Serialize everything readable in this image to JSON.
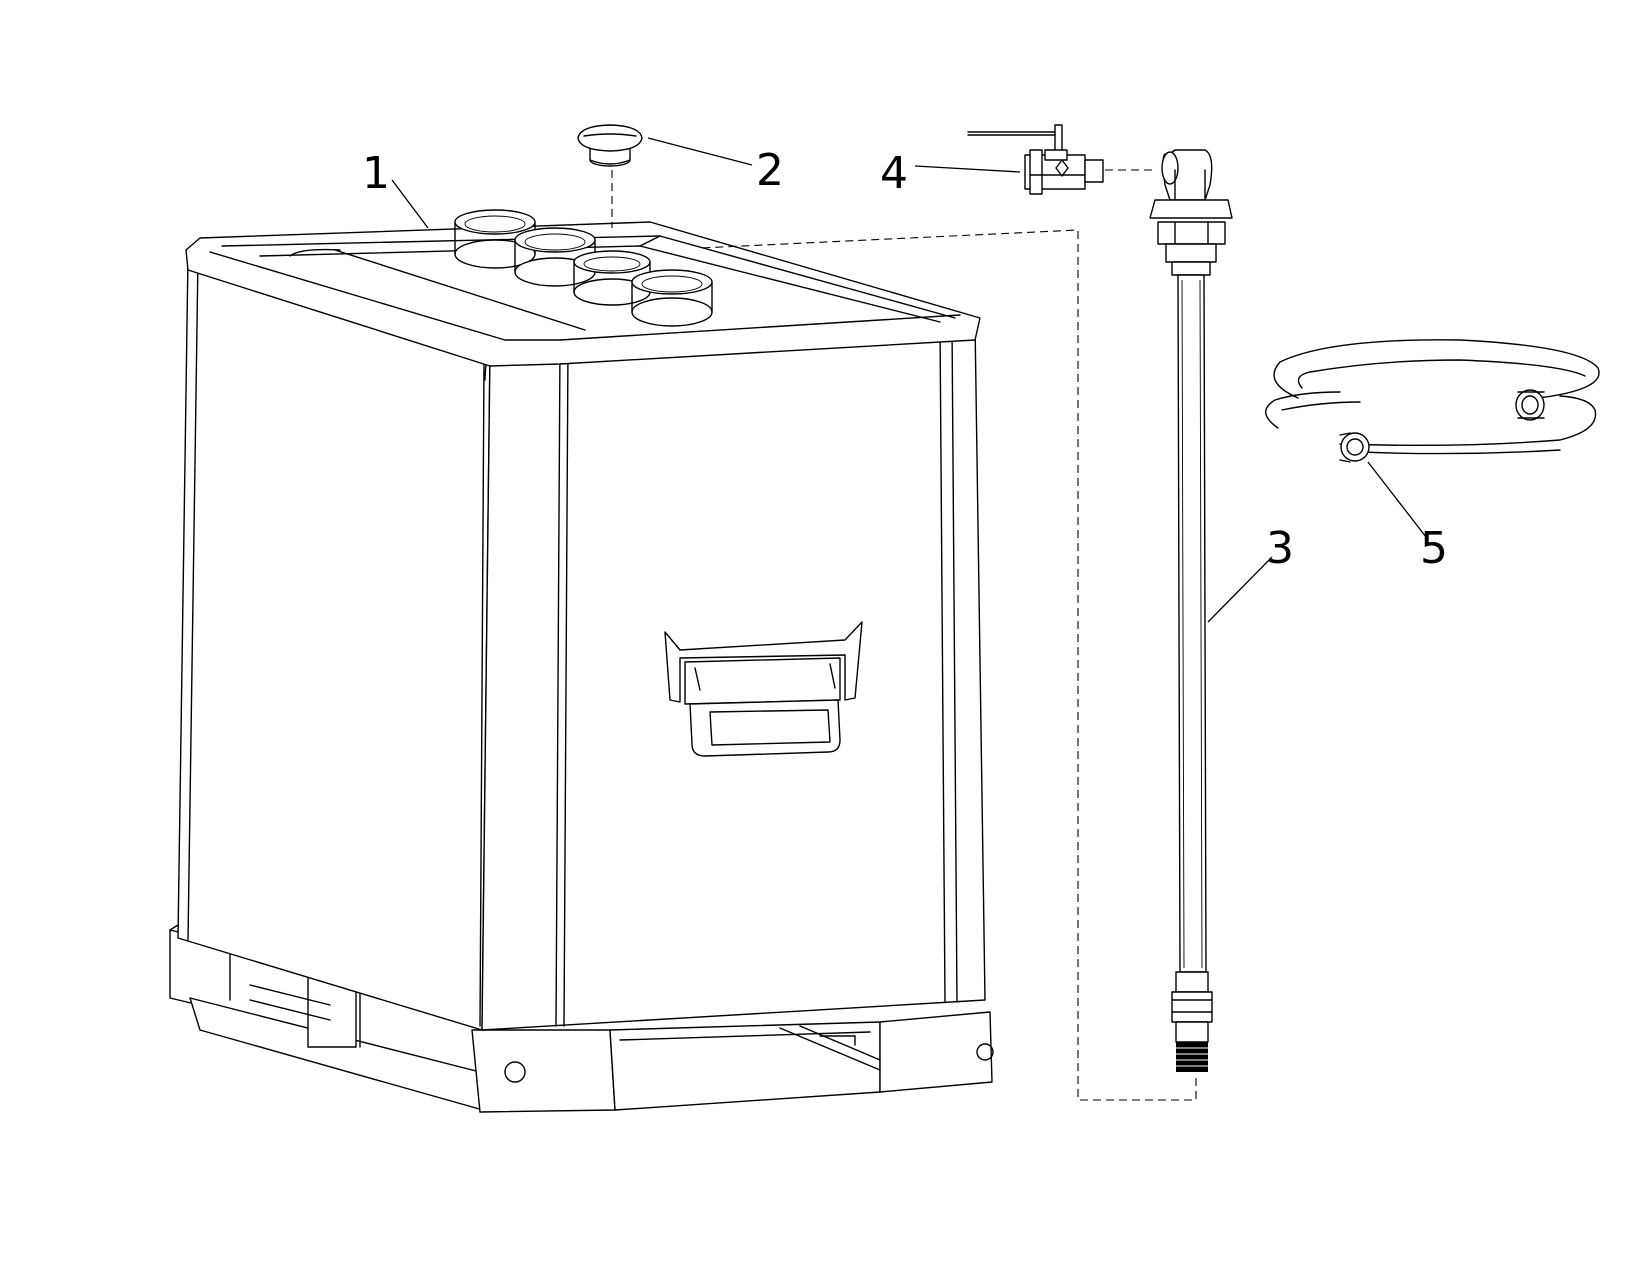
{
  "callouts": [
    {
      "id": "tank",
      "label": "1"
    },
    {
      "id": "cap",
      "label": "2"
    },
    {
      "id": "dip-tube",
      "label": "3"
    },
    {
      "id": "ball-valve",
      "label": "4"
    },
    {
      "id": "hose",
      "label": "5"
    }
  ],
  "colors": {
    "line": "#000000",
    "background": "#ffffff"
  }
}
